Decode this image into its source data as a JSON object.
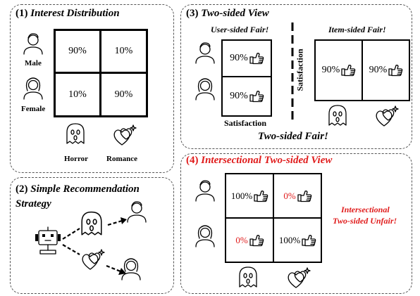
{
  "panel1": {
    "number": "(1)",
    "title": "Interest Distribution",
    "row_labels": [
      "Male",
      "Female"
    ],
    "col_labels": [
      "Horror",
      "Romance"
    ],
    "cells": [
      "90%",
      "10%",
      "10%",
      "90%"
    ]
  },
  "panel2": {
    "number": "(2)",
    "title_line1": "Simple Recommendation",
    "title_line2": "Strategy"
  },
  "panel3": {
    "number": "(3)",
    "title": "Two-sided View",
    "user_header": "User-sided Fair!",
    "item_header": "Item-sided Fair!",
    "user_cells": [
      "90%",
      "90%"
    ],
    "item_cells": [
      "90%",
      "90%"
    ],
    "satisfaction_bottom": "Satisfaction",
    "satisfaction_side": "Satisfaction",
    "footer": "Two-sided Fair!"
  },
  "panel4": {
    "number": "(4)",
    "title": "Intersectional Two-sided View",
    "cells": [
      "100%",
      "0%",
      "0%",
      "100%"
    ],
    "verdict_line1": "Intersectional",
    "verdict_line2": "Two-sided Unfair!"
  },
  "colors": {
    "accent_red": "#e01b1b",
    "border": "#555555"
  },
  "icons": [
    "male-user-icon",
    "female-user-icon",
    "ghost-icon",
    "hearts-icon",
    "robot-icon",
    "thumbs-up-icon"
  ]
}
